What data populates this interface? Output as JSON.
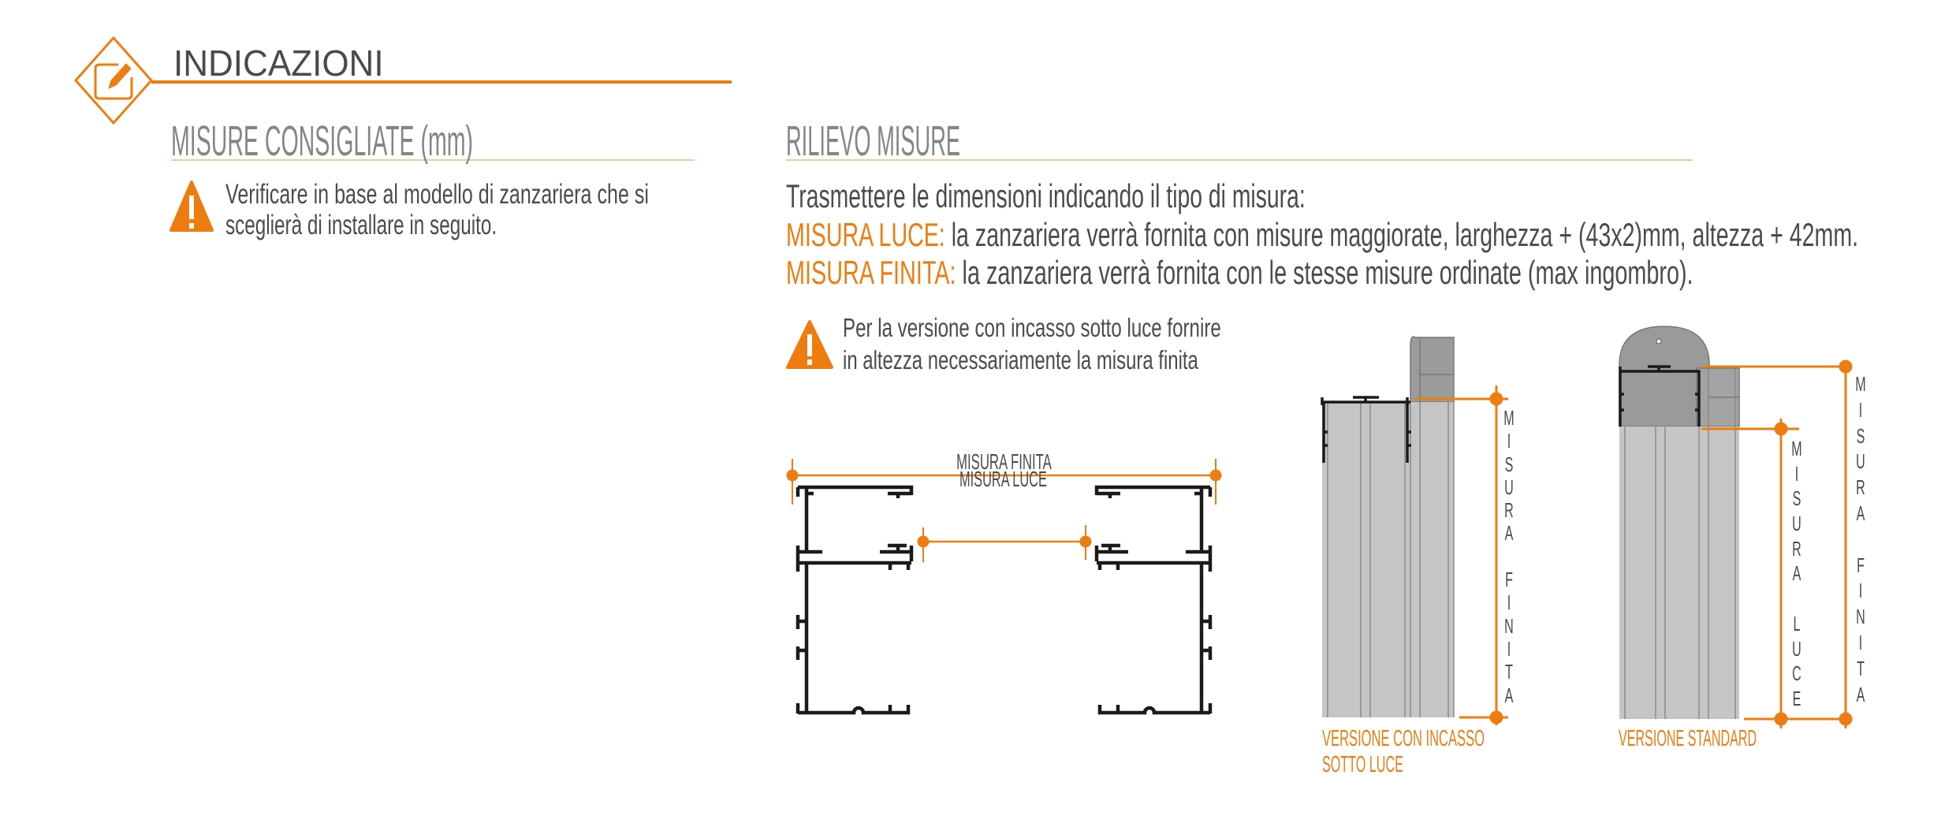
{
  "header": {
    "title": "INDICAZIONI",
    "icon": "edit-icon"
  },
  "left": {
    "heading": "MISURE CONSIGLIATE (mm)",
    "warning_icon": "warning-icon",
    "warning_lines": [
      "Verificare in base al modello di zanzariera che si",
      "sceglierà di installare in seguito."
    ]
  },
  "right": {
    "heading": "RILIEVO MISURE",
    "intro": "Trasmettere le dimensioni indicando il tipo di misura:",
    "luce_label": "MISURA LUCE:",
    "luce_text": " la zanzariera verrà fornita con misure maggiorate, larghezza + (43x2)mm, altezza + 42mm.",
    "finita_label": "MISURA FINITA:",
    "finita_text": " la zanzariera verrà fornita con le stesse misure ordinate (max ingombro).",
    "warning_icon": "warning-icon",
    "warning_lines": [
      "Per la versione con incasso sotto luce fornire",
      "in altezza necessariamente la misura finita"
    ]
  },
  "diagrams": {
    "plan": {
      "finita_label": "MISURA FINITA",
      "luce_label": "MISURA LUCE"
    },
    "incasso": {
      "vertical_label": "MISURA FINITA",
      "caption_lines": [
        "VERSIONE CON INCASSO",
        "SOTTO LUCE"
      ]
    },
    "standard": {
      "vertical_label_finita": "MISURA FINITA",
      "vertical_label_luce": "MISURA LUCE",
      "caption": "VERSIONE STANDARD"
    }
  },
  "colors": {
    "accent": "#ee7d11",
    "text": "#4b4b4b",
    "heading": "#858585",
    "rule": "#f5c8a0"
  }
}
